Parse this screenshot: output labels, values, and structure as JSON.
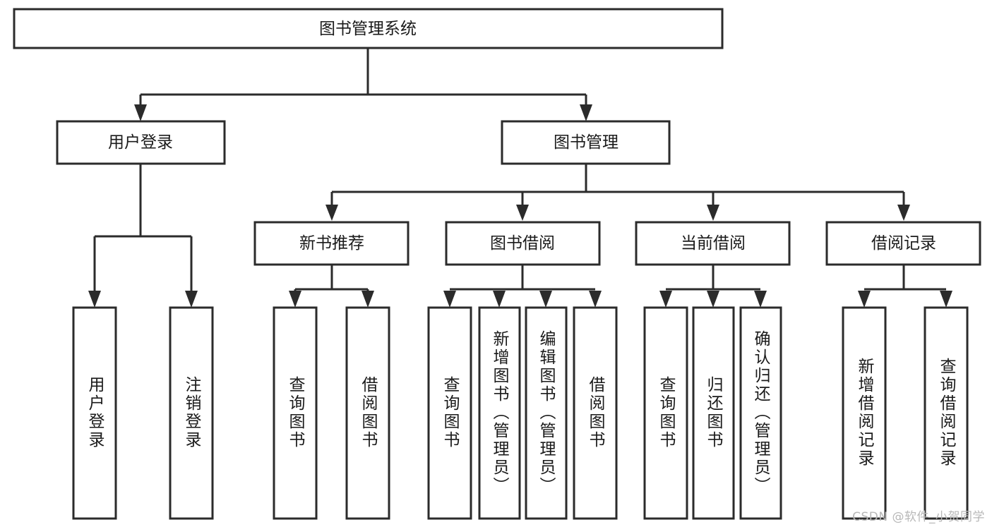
{
  "diagram": {
    "title": "图书管理系统",
    "type": "tree-hierarchy-chart",
    "watermark": "CSDN @软件_小贺同学",
    "colors": {
      "background": "#ffffff",
      "stroke": "#2b2b2b",
      "text": "#1a1a1a",
      "watermark": "#b8b8b8"
    },
    "root": {
      "label": "图书管理系统"
    },
    "level1": [
      {
        "label": "用户登录"
      },
      {
        "label": "图书管理"
      }
    ],
    "level2": [
      {
        "label": "新书推荐"
      },
      {
        "label": "图书借阅"
      },
      {
        "label": "当前借阅"
      },
      {
        "label": "借阅记录"
      }
    ],
    "leaves": {
      "user_login": [
        {
          "label": "用户登录"
        },
        {
          "label": "注销登录"
        }
      ],
      "new_book_recommend": [
        {
          "label": "查询图书"
        },
        {
          "label": "借阅图书"
        }
      ],
      "book_borrow": [
        {
          "label": "查询图书"
        },
        {
          "label": "新增图书（管理员）"
        },
        {
          "label": "编辑图书（管理员）"
        },
        {
          "label": "借阅图书"
        }
      ],
      "current_borrow": [
        {
          "label": "查询图书"
        },
        {
          "label": "归还图书"
        },
        {
          "label": "确认归还（管理员）"
        }
      ],
      "borrow_record": [
        {
          "label": "新增借阅记录"
        },
        {
          "label": "查询借阅记录"
        }
      ]
    }
  }
}
